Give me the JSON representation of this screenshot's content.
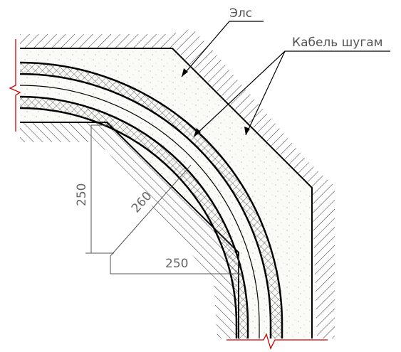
{
  "labels": {
    "els": "Элс",
    "cable_trench": "Кабель шугам"
  },
  "dimensions": {
    "vertical": "250",
    "horizontal": "250",
    "radius": "260"
  },
  "colors": {
    "ink": "#000000",
    "dimension_line": "#555555",
    "break_mark": "#cc0000",
    "sand_fill": "#f7f7f2",
    "hatch": "#333333"
  }
}
